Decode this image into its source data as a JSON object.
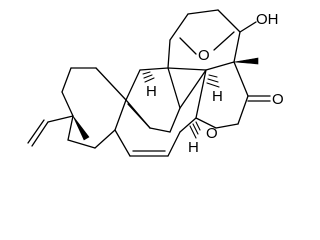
{
  "atom_labels": {
    "hydroxyl": "OH",
    "ether_oxygen": "O",
    "lactone_ring_oxygen": "O",
    "carbonyl_oxygen": "O",
    "stereo_h_top": "H",
    "stereo_h_middle": "H",
    "stereo_h_bottom": "H"
  }
}
